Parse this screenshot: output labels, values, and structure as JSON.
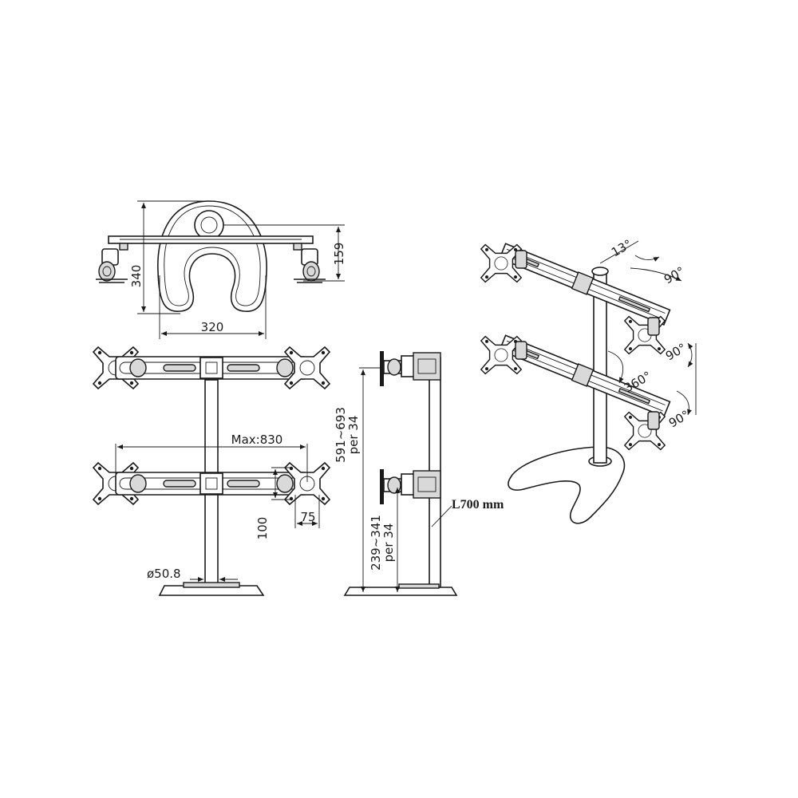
{
  "top_view": {
    "depth": "340",
    "height": "159",
    "width": "320"
  },
  "front_view": {
    "max_span": "Max:830",
    "vesa_vertical": "100",
    "vesa_horizontal": "75",
    "pole_diameter": "ø50.8"
  },
  "side_view": {
    "upper_range": "591~693",
    "upper_step": "per 34",
    "lower_range": "239~341",
    "lower_step": "per 34",
    "pole_length": "L700 mm"
  },
  "iso_view": {
    "tilt_up": "13°",
    "tilt_down": "90°",
    "rotate": "360°",
    "swivel_top": "90°",
    "swivel_bottom": "90°"
  }
}
